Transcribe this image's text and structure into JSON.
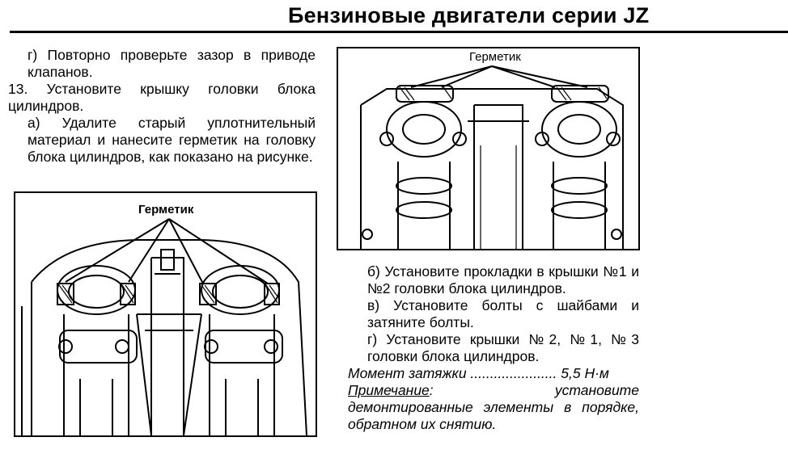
{
  "header": {
    "title": "Бензиновые двигатели серии JZ"
  },
  "left_text": {
    "step_g_1": "г) Повторно проверьте зазор в приводе клапанов.",
    "step_13": "13. Установите крышку головки блока цилиндров.",
    "step_a": "а) Удалите старый уплотнительный материал и нанесите герметик на головку блока цилиндров, как показано на рисунке."
  },
  "figure_left": {
    "label": "Герметик"
  },
  "figure_right": {
    "label": "Герметик"
  },
  "right_text": {
    "step_b": "б) Установите прокладки в крышки №1 и №2 головки блока цилиндров.",
    "step_v": "в) Установите болты с шайбами и затяните болты.",
    "step_g_2": "г) Установите крышки №2, №1, №3 головки блока цилиндров.",
    "torque_label": "Момент затяжки ......................",
    "torque_value": "5,5 Н·м",
    "note_key": "Примечание",
    "note_text": ": установите демонтированные элементы в порядке, обратном их снятию."
  }
}
